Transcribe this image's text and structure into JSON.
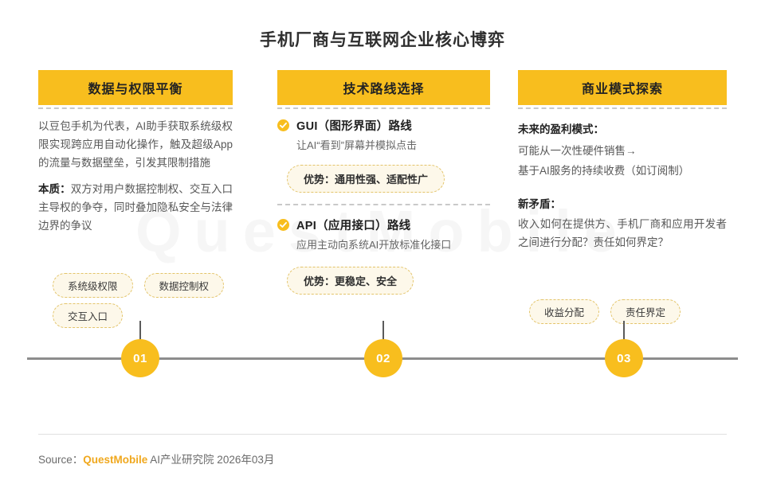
{
  "title": "手机厂商与互联网企业核心博弈",
  "watermark": "QuestMobile",
  "accent_color": "#F8BE1E",
  "columns": [
    {
      "index": "01",
      "header": "数据与权限平衡",
      "paragraphs": [
        {
          "lead": "",
          "text": "以豆包手机为代表，AI助手获取系统级权限实现跨应用自动化操作，触及超级App的流量与数据壁垒，引发其限制措施"
        },
        {
          "lead": "本质：",
          "text": "双方对用户数据控制权、交互入口主导权的争夺，同时叠加隐私安全与法律边界的争议"
        }
      ],
      "tags": [
        "系统级权限",
        "数据控制权",
        "交互入口"
      ]
    },
    {
      "index": "02",
      "header": "技术路线选择",
      "options": [
        {
          "icon": "check-circle-icon",
          "title": "GUI（图形界面）路线",
          "desc": "让AI“看到”屏幕并模拟点击",
          "advantage": "优势：通用性强、适配性广"
        },
        {
          "icon": "check-circle-icon",
          "title": "API（应用接口）路线",
          "desc": "应用主动向系统AI开放标准化接口",
          "advantage": "优势：更稳定、安全"
        }
      ]
    },
    {
      "index": "03",
      "header": "商业模式探索",
      "paragraphs": [
        {
          "lead": "未来的盈利模式：",
          "text": ""
        },
        {
          "lead": "",
          "text": "可能从一次性硬件销售→"
        },
        {
          "lead": "",
          "text": "基于AI服务的持续收费（如订阅制）"
        },
        {
          "lead": "新矛盾：",
          "text": ""
        },
        {
          "lead": "",
          "text": "收入如何在提供方、手机厂商和应用开发者之间进行分配？责任如何界定？"
        }
      ],
      "tags": [
        "收益分配",
        "责任界定"
      ]
    }
  ],
  "timeline": {
    "nodes": [
      "01",
      "02",
      "03"
    ]
  },
  "footer": {
    "label": "Source：",
    "brand": "QuestMobile",
    "rest": " AI产业研究院 2026年03月"
  }
}
